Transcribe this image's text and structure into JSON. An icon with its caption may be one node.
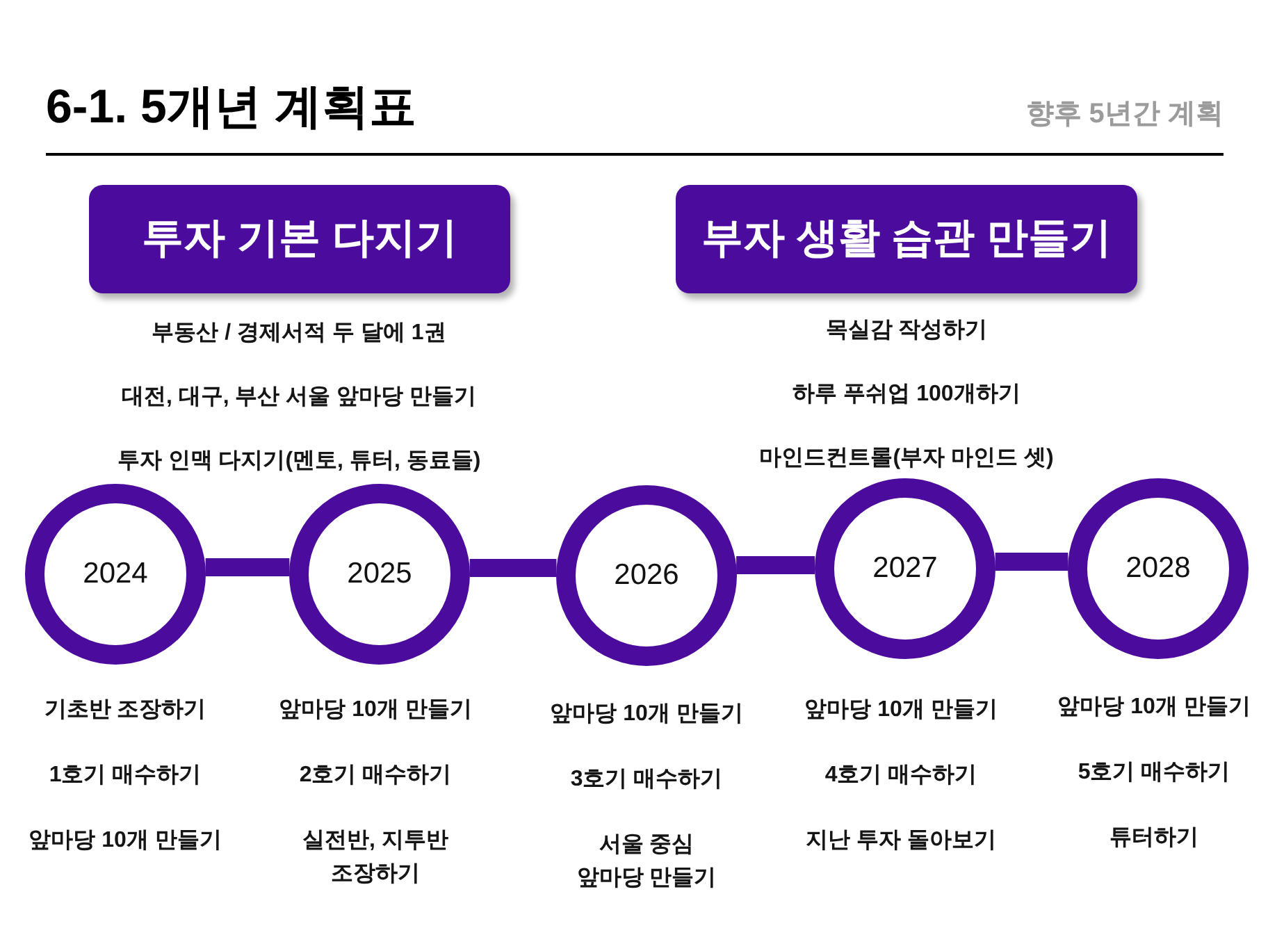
{
  "diagram": {
    "title": "6-1. 5개년 계획표",
    "nodes": [
      {
        "text": [
          "투자 기본 다지기"
        ]
      },
      {
        "text": [
          "부자 생활 습관 만들기"
        ]
      },
      {
        "text": [
          "2024"
        ],
        "beside": [
          "기초반 조장하기",
          "1호기 매수하기",
          "앞마당 10개 만들기"
        ]
      },
      {
        "text": [
          "2025"
        ],
        "beside": [
          "앞마당 10개 만들기",
          "2호기 매수하기",
          "실전반, 지투반 조장하기"
        ]
      },
      {
        "text": [
          "2026"
        ],
        "beside": [
          "앞마당 10개 만들기",
          "3호기 매수하기",
          "서울 중심 앞마당 만들기"
        ]
      },
      {
        "text": [
          "2027"
        ],
        "beside": [
          "앞마당 10개 만들기",
          "4호기 매수하기",
          "지난 투자 돌아보기"
        ]
      },
      {
        "text": [
          "2028"
        ],
        "beside": [
          "앞마당 10개 만들기",
          "5호기 매수하기",
          "튜터하기"
        ]
      }
    ],
    "edges": [
      {
        "from": 2,
        "to": 3,
        "arrow": "none"
      },
      {
        "from": 3,
        "to": 4,
        "arrow": "none"
      },
      {
        "from": 4,
        "to": 5,
        "arrow": "none"
      },
      {
        "from": 5,
        "to": 6,
        "arrow": "none"
      }
    ],
    "labels": [
      "향후 5년간 계획",
      "부동산 / 경제서적 두 달에 1권",
      "대전, 대구, 부산 서울 앞마당 만들기",
      "투자 인맥 다지기(멘토, 튜터, 동료들)",
      "목실감 작성하기",
      "하루 푸쉬업 100개하기",
      "마인드컨트롤(부자 마인드 셋)"
    ]
  }
}
